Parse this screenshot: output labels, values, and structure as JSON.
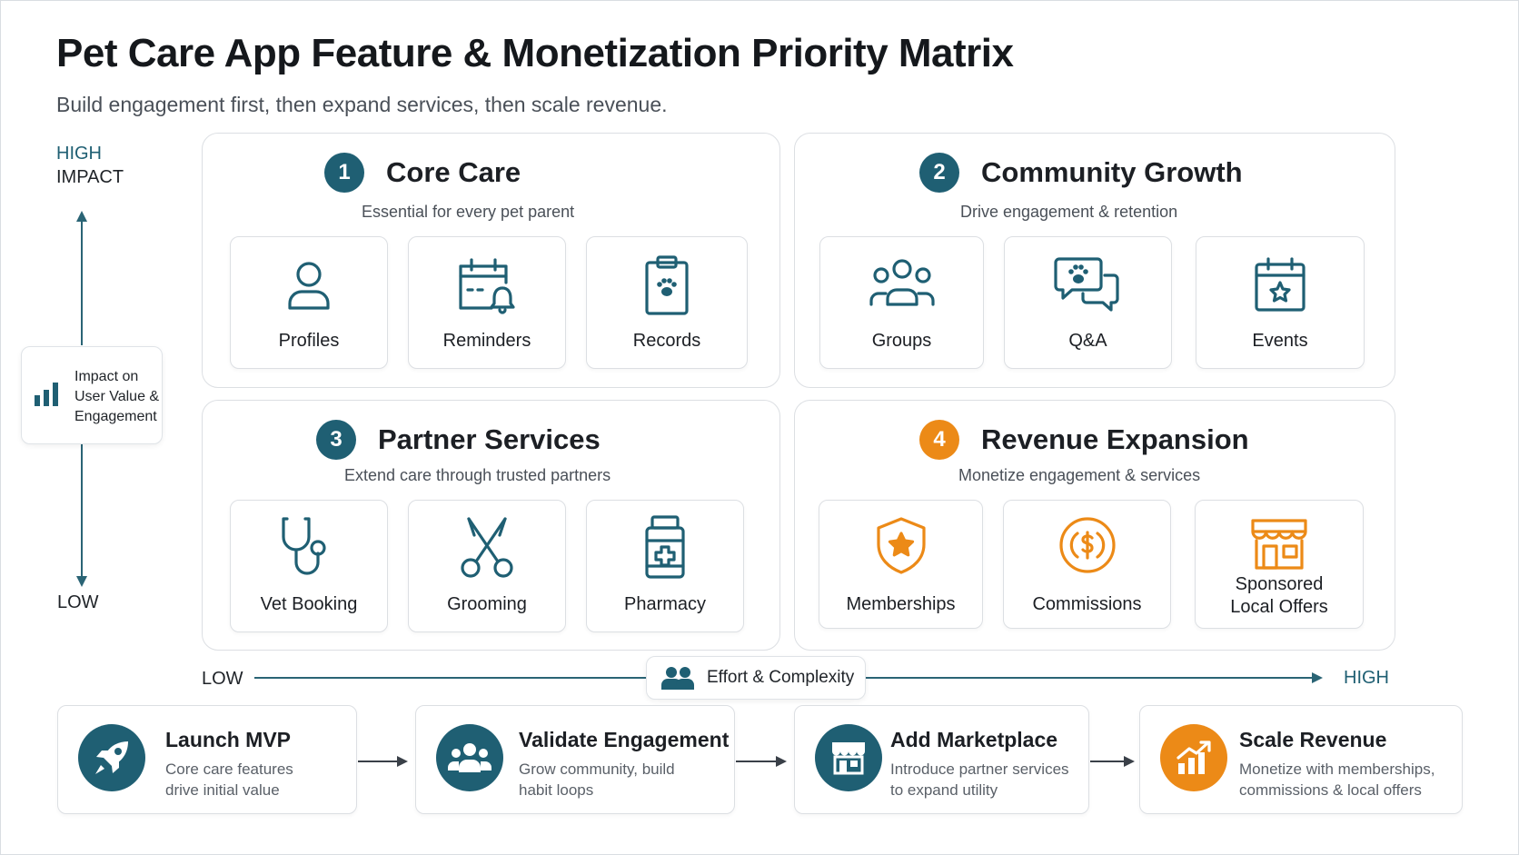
{
  "title": "Pet Care App Feature & Monetization Priority Matrix",
  "subtitle": "Build engagement first, then expand services, then scale revenue.",
  "y_axis": {
    "high_line1": "HIGH",
    "high_line2": "IMPACT",
    "low": "LOW",
    "label_lines": [
      "Impact on",
      "User Value &",
      "Engagement"
    ],
    "icon": "bar-chart-icon"
  },
  "x_axis": {
    "low": "LOW",
    "high": "HIGH",
    "label": "Effort & Complexity",
    "icon": "people-icon"
  },
  "colors": {
    "teal": "#1f5f73",
    "orange": "#ec8a17"
  },
  "quadrants": [
    {
      "number": "1",
      "title": "Core Care",
      "subtitle": "Essential for every pet parent",
      "accent": "teal",
      "features": [
        {
          "label": "Profiles",
          "icon": "user-icon"
        },
        {
          "label": "Reminders",
          "icon": "calendar-bell-icon"
        },
        {
          "label": "Records",
          "icon": "clipboard-paw-icon"
        }
      ]
    },
    {
      "number": "2",
      "title": "Community Growth",
      "subtitle": "Drive engagement & retention",
      "accent": "teal",
      "features": [
        {
          "label": "Groups",
          "icon": "group-icon"
        },
        {
          "label": "Q&A",
          "icon": "chat-paw-icon"
        },
        {
          "label": "Events",
          "icon": "calendar-star-icon"
        }
      ]
    },
    {
      "number": "3",
      "title": "Partner Services",
      "subtitle": "Extend care through trusted partners",
      "accent": "teal",
      "features": [
        {
          "label": "Vet Booking",
          "icon": "stethoscope-icon"
        },
        {
          "label": "Grooming",
          "icon": "scissors-icon"
        },
        {
          "label": "Pharmacy",
          "icon": "medicine-bottle-icon"
        }
      ]
    },
    {
      "number": "4",
      "title": "Revenue Expansion",
      "subtitle": "Monetize engagement & services",
      "accent": "orange",
      "features": [
        {
          "label": "Memberships",
          "icon": "shield-star-icon"
        },
        {
          "label": "Commissions",
          "icon": "dollar-coin-icon"
        },
        {
          "label": "Sponsored\nLocal Offers",
          "label_line1": "Sponsored",
          "label_line2": "Local Offers",
          "icon": "storefront-icon"
        }
      ]
    }
  ],
  "roadmap": [
    {
      "title": "Launch MVP",
      "desc": "Core care features drive initial value",
      "icon": "rocket-icon"
    },
    {
      "title": "Validate Engagement",
      "desc": "Grow community, build habit loops",
      "icon": "community-icon"
    },
    {
      "title": "Add Marketplace",
      "desc": "Introduce partner services to expand utility",
      "icon": "store-icon"
    },
    {
      "title": "Scale Revenue",
      "desc": "Monetize with memberships, commissions & local offers",
      "icon": "growth-chart-icon"
    }
  ]
}
